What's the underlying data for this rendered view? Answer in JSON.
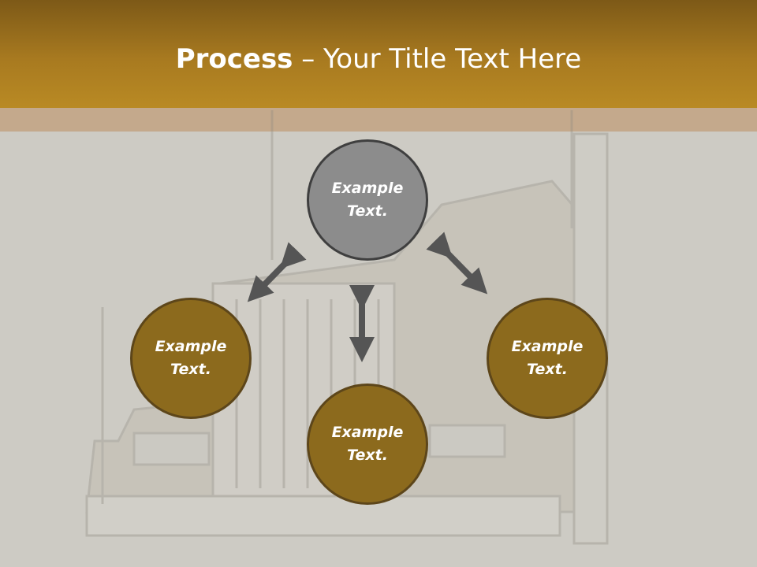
{
  "slide": {
    "title_bold": "Process",
    "title_rest": " – Your Title Text Here"
  },
  "nodes": {
    "top": "Example Text.",
    "left": "Example Text.",
    "right": "Example Text.",
    "bottom": "Example Text."
  },
  "colors": {
    "header": "#a87a20",
    "stripe": "#c4a98c",
    "background": "#cdcbc4",
    "node_gray": "#8c8c8c",
    "node_brown": "#8c6a1d",
    "arrow": "#555555"
  }
}
